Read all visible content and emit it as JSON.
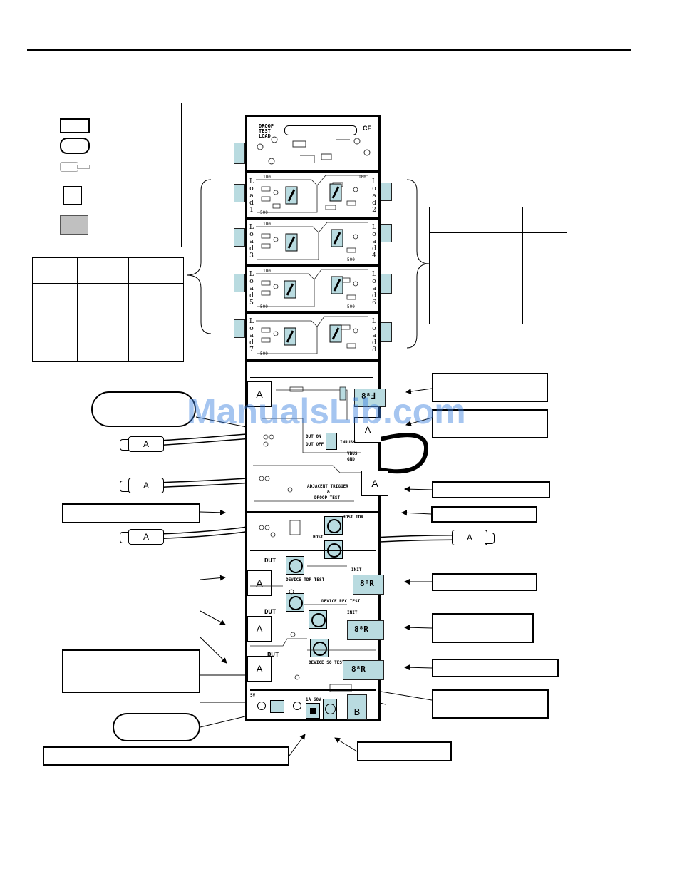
{
  "watermark": "ManualsLib.com",
  "board": {
    "top_label": "DROOP TEST LOAD",
    "loads": [
      {
        "label": "Load 1",
        "letters": [
          "L",
          "o",
          "a",
          "d",
          "1"
        ]
      },
      {
        "label": "Load 2",
        "letters": [
          "L",
          "o",
          "a",
          "d",
          "2"
        ]
      },
      {
        "label": "Load 3",
        "letters": [
          "L",
          "o",
          "a",
          "d",
          "3"
        ]
      },
      {
        "label": "Load 4",
        "letters": [
          "L",
          "o",
          "a",
          "d",
          "4"
        ]
      },
      {
        "label": "Load 5",
        "letters": [
          "L",
          "o",
          "a",
          "d",
          "5"
        ]
      },
      {
        "label": "Load 6",
        "letters": [
          "L",
          "o",
          "a",
          "d",
          "6"
        ]
      },
      {
        "label": "Load 7",
        "letters": [
          "L",
          "o",
          "a",
          "d",
          "7"
        ]
      },
      {
        "label": "Load 8",
        "letters": [
          "L",
          "o",
          "a",
          "d",
          "8"
        ]
      }
    ],
    "load_values": {
      "top": "100",
      "bottom": "500"
    },
    "silk": {
      "dut_on": "DUT ON",
      "dut_off": "DUT OFF",
      "inrush": "INRUSH",
      "vbus": "VBUS",
      "gnd": "GND",
      "adjacent": "ADJACENT TRIGGER",
      "amp": "&",
      "droop_test": "DROOP TEST",
      "host_tdr": "HOST TDR",
      "host": "HOST",
      "dut": "DUT",
      "device_tdr_test": "DEVICE TDR TEST",
      "device_rec_test": "DEVICE REC TEST",
      "device_sq_test": "DEVICE SQ TEST",
      "init": "INIT",
      "power": "5V",
      "dc_label": "1A 60V"
    },
    "port_labels": {
      "a": "A",
      "b": "B"
    }
  },
  "plugs": [
    {
      "label": "A"
    },
    {
      "label": "A"
    },
    {
      "label": "A"
    },
    {
      "label": "A"
    }
  ]
}
